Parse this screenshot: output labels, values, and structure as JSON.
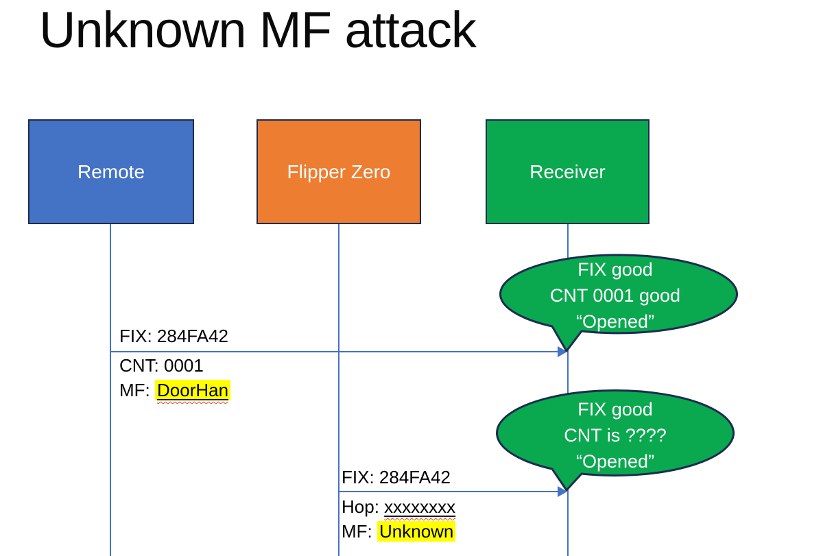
{
  "title": "Unknown MF attack",
  "actors": [
    {
      "label": "Remote",
      "color": "#4472C4"
    },
    {
      "label": "Flipper Zero",
      "color": "#ED7D31"
    },
    {
      "label": "Receiver",
      "color": "#0AA84F"
    }
  ],
  "messages": [
    {
      "from": "Remote",
      "to": "Receiver",
      "above": "FIX: 284FA42",
      "row1": "CNT: 0001",
      "row2_prefix": "MF: ",
      "row2_value": "DoorHan"
    },
    {
      "from": "Flipper Zero",
      "to": "Receiver",
      "above": "FIX: 284FA42",
      "row1_prefix": "Hop: ",
      "row1_value": "xxxxxxxx",
      "row2_prefix": "MF: ",
      "row2_value": "Unknown"
    }
  ],
  "callouts": [
    {
      "lines": [
        "FIX good",
        "CNT 0001 good",
        "“Opened”"
      ]
    },
    {
      "lines": [
        "FIX good",
        "CNT is ????",
        "“Opened”"
      ]
    }
  ],
  "colors": {
    "actor_border": "#1C2C50",
    "callout_fill": "#0AA84F",
    "callout_border": "#1C2C50",
    "connector_blue": "#4472C4",
    "highlight_yellow": "#FFFF00",
    "squiggle_red": "#E0432D",
    "title_text": "#0A0A0A",
    "background": "#FFFFFF"
  }
}
